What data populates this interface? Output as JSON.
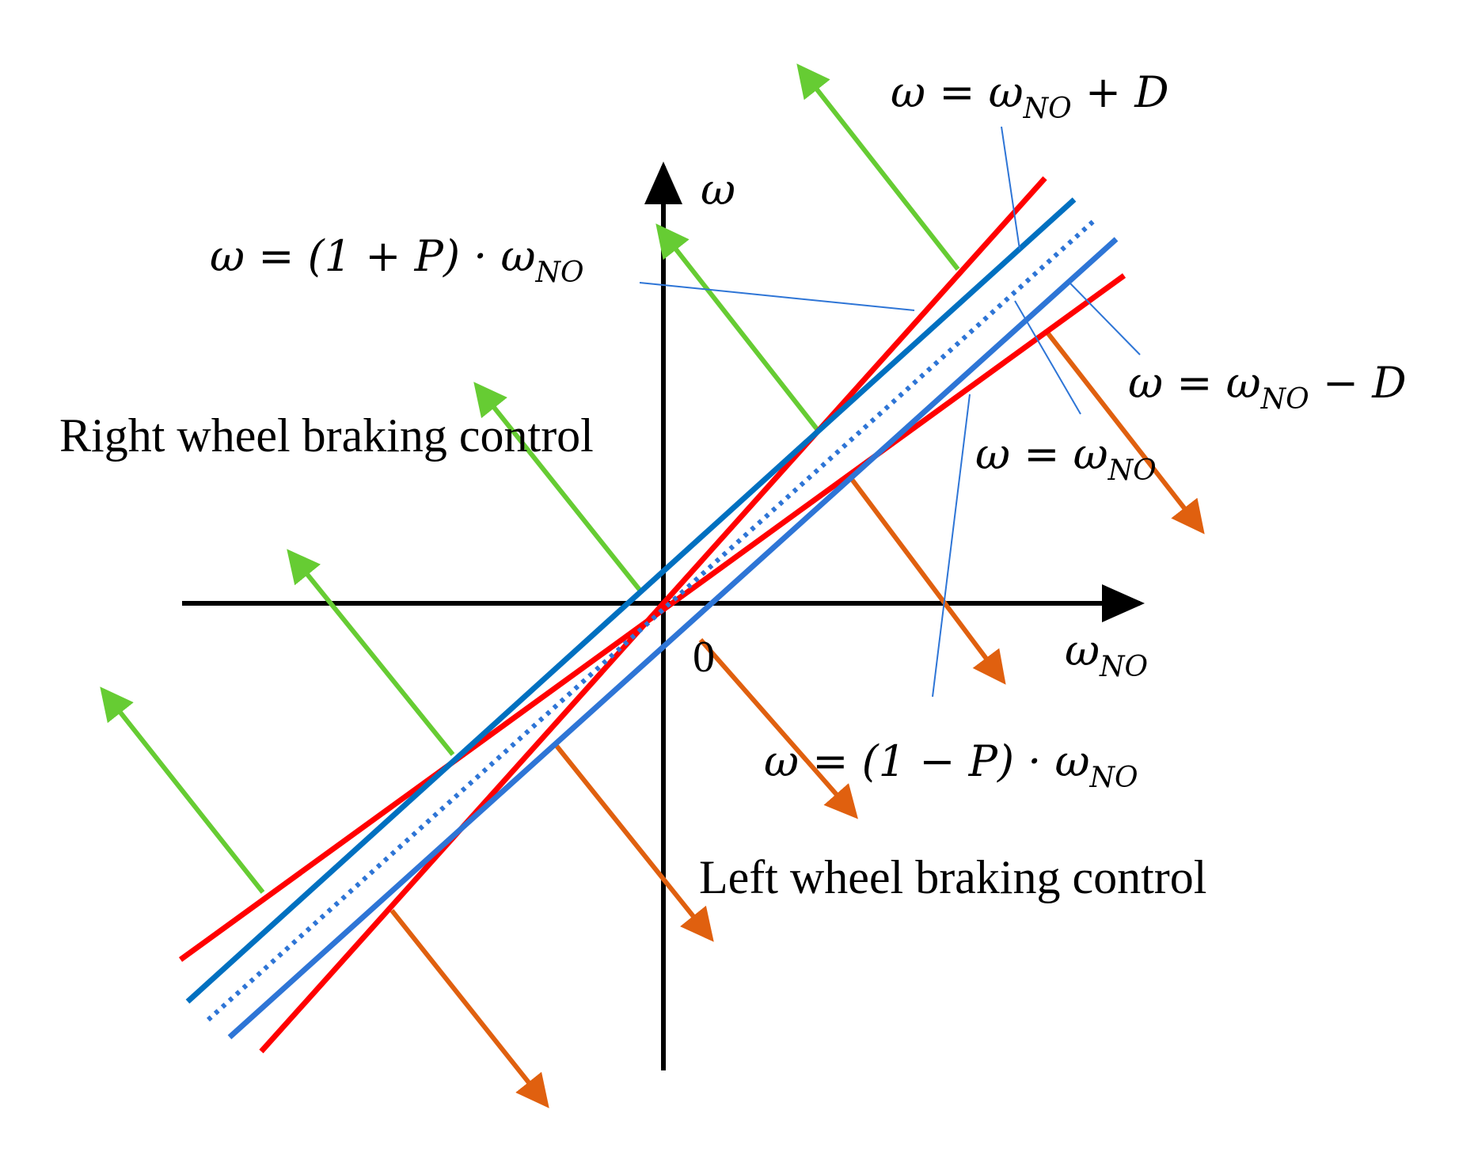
{
  "labels": {
    "axis_y": {
      "base": "ω",
      "sub": ""
    },
    "axis_x": {
      "base": "ω",
      "sub": "NO"
    },
    "origin": "0",
    "eq_plus_p": {
      "base": "ω = (1 + P) · ω",
      "sub": "NO"
    },
    "eq_plus_d": {
      "base": "ω = ω",
      "sub": "NO",
      "tail": " + D"
    },
    "eq_minus_d": {
      "base": "ω = ω",
      "sub": "NO",
      "tail": " − D"
    },
    "eq_no": {
      "base": "ω = ω",
      "sub": "NO"
    },
    "eq_minus_p": {
      "base": "ω = (1 − P) · ω",
      "sub": "NO"
    },
    "region_right": "Right wheel braking control",
    "region_left": "Left wheel braking control"
  },
  "colors": {
    "axis": "#000000",
    "ratio_lines": "#ff0000",
    "offset_lines": "#0070c0",
    "center_line": "#2e75d6",
    "right_arrows": "#66cc33",
    "left_arrows": "#e0600f",
    "leader_lines": "#2e75d6"
  }
}
